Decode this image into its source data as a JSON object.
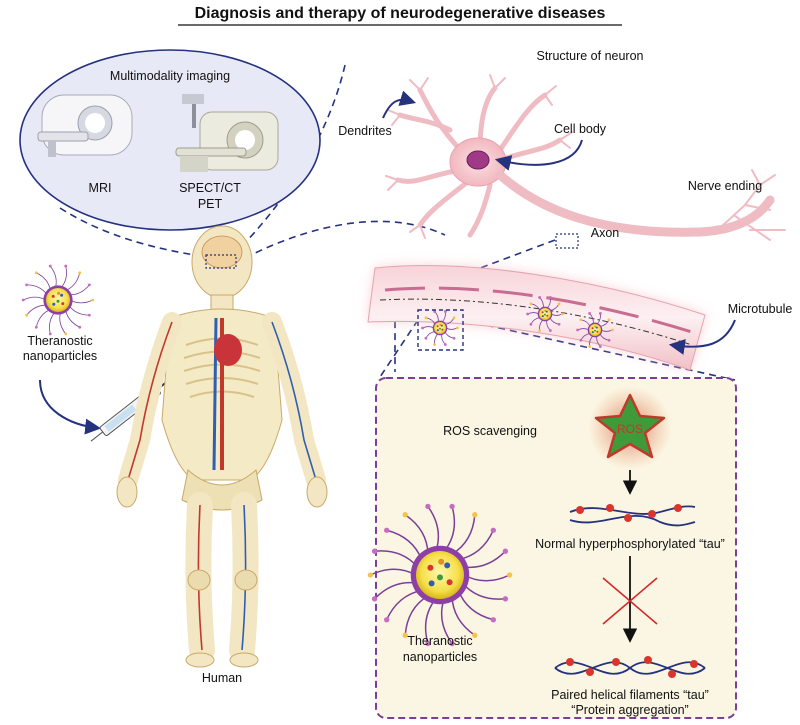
{
  "title": "Diagnosis and therapy  of neurodegenerative diseases",
  "imaging": {
    "heading": "Multimodality imaging",
    "mri": "MRI",
    "spect_line1": "SPECT/CT",
    "spect_line2": "PET"
  },
  "neuron": {
    "heading": "Structure of neuron",
    "dendrites": "Dendrites",
    "cell_body": "Cell body",
    "nerve_ending": "Nerve ending",
    "axon": "Axon",
    "microtubule": "Microtubule"
  },
  "left_nanoparticles": {
    "line1": "Theranostic",
    "line2": "nanoparticles"
  },
  "human_label": "Human",
  "detail": {
    "ros_scavenging": "ROS scavenging",
    "ros": "ROS",
    "normal_tau": "Normal hyperphosphorylated  “tau”",
    "nanoparticles_line1": "Theranostic",
    "nanoparticles_line2": "nanoparticles",
    "paired_line1": "Paired helical filaments “tau”",
    "paired_line2": "“Protein aggregation”"
  },
  "colors": {
    "accent_purple": "#7b3f98",
    "dashed_navy": "#1f2a7a",
    "nerve_pink": "#f4c9cf",
    "red_x": "#d3292b",
    "phospho_dot": "#d9352c",
    "detail_bg": "#fbf6e3"
  }
}
